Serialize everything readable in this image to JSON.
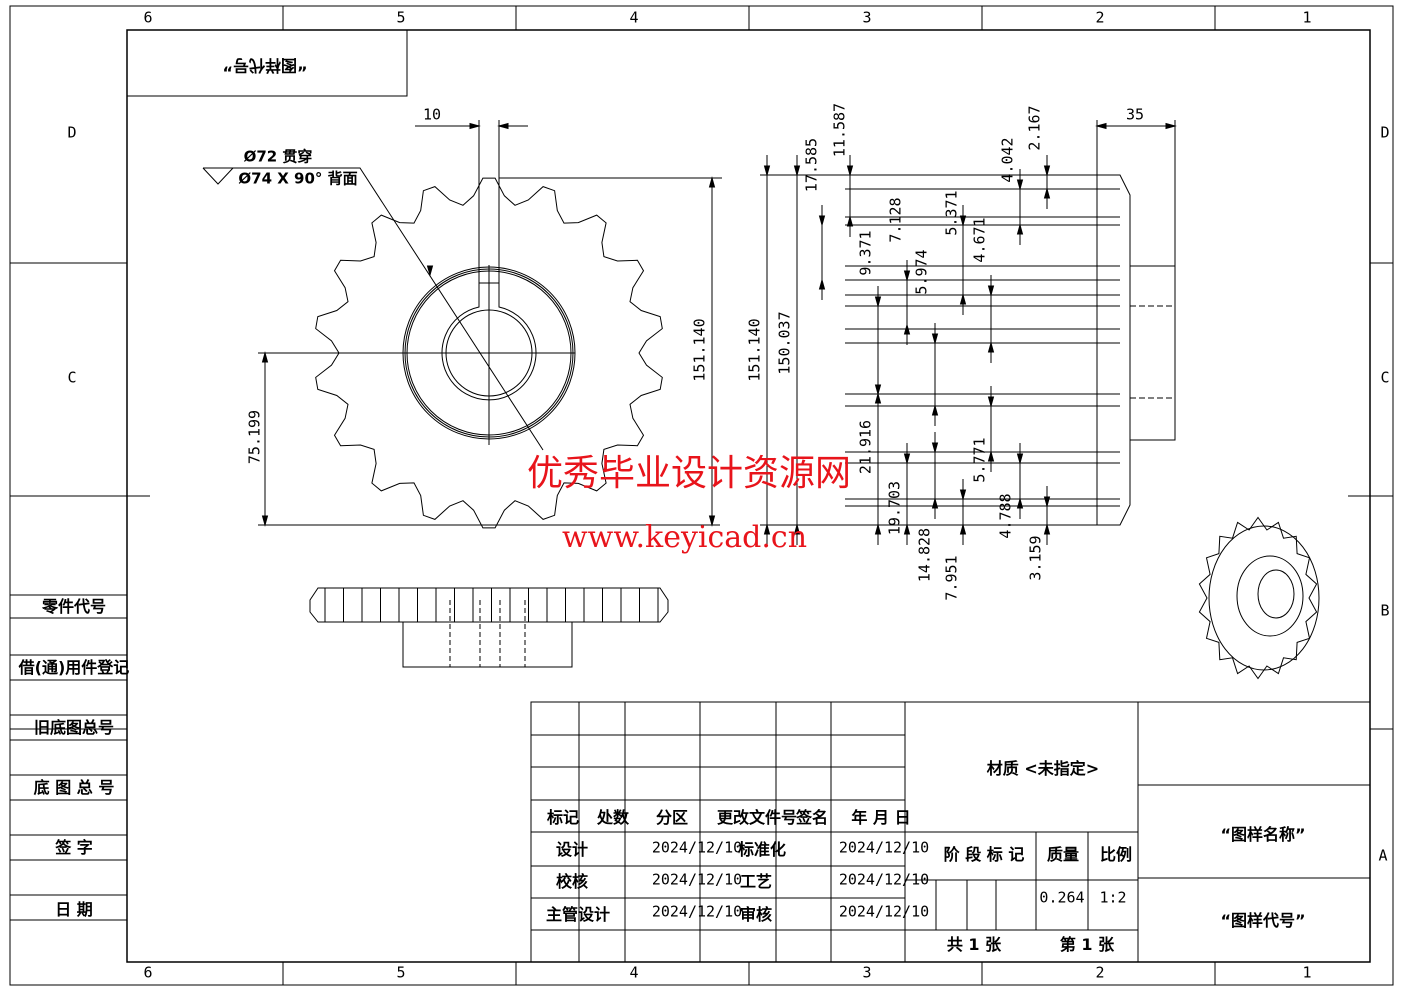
{
  "frame": {
    "zones_top": [
      "6",
      "5",
      "4",
      "3",
      "2",
      "1"
    ],
    "zones_bottom": [
      "6",
      "5",
      "4",
      "3",
      "2",
      "1"
    ],
    "zones_left": [
      "D",
      "C",
      "B",
      "A"
    ],
    "zones_right": [
      "D",
      "C",
      "B",
      "A"
    ]
  },
  "corner_box": {
    "text": "“图样代号”"
  },
  "side_labels": [
    "零件代号",
    "借(通)用件登记",
    "旧底图总号",
    "底 图 总 号",
    "签  字",
    "日  期"
  ],
  "annotation": {
    "line1": "Ø72 贯穿",
    "line2": "Ø74 X 90° 背面"
  },
  "front_view_dims": {
    "key_width": "10",
    "half_height": "75.199",
    "overall": "151.140"
  },
  "side_view_dims": {
    "overall": "151.140",
    "d150": "150.037",
    "d17": "17.585",
    "d11": "11.587",
    "d9": "9.371",
    "d7": "7.128",
    "d5a": "5.974",
    "d5b": "5.371",
    "d4a": "4.671",
    "d4b": "4.042",
    "d2": "2.167",
    "width": "35",
    "d21": "21.916",
    "d19": "19.703",
    "d5c": "5.771",
    "d14": "14.828",
    "d7b": "7.951",
    "d4c": "4.788",
    "d3": "3.159"
  },
  "watermark": {
    "title": "优秀毕业设计资源网",
    "url": "www.keyicad.cn"
  },
  "title_block": {
    "header": [
      "标记",
      "处数",
      "分区",
      "更改文件号",
      "签名",
      "年 月 日"
    ],
    "rows": [
      {
        "role": "设计",
        "date1": "2024/12/10",
        "role2": "标准化",
        "date2": "2024/12/10"
      },
      {
        "role": "校核",
        "date1": "2024/12/10",
        "role2": "工艺",
        "date2": "2024/12/10"
      },
      {
        "role": "主管设计",
        "date1": "2024/12/10",
        "role2": "审核",
        "date2": "2024/12/10"
      }
    ],
    "material": "材质 <未指定>",
    "stage_label": "阶 段 标 记",
    "mass_label": "质量",
    "scale_label": "比例",
    "mass": "0.264",
    "scale": "1:2",
    "sheets_total": "共 1 张",
    "sheet_no": "第 1 张",
    "drawing_name": "“图样名称”",
    "drawing_code": "“图样代号”"
  }
}
